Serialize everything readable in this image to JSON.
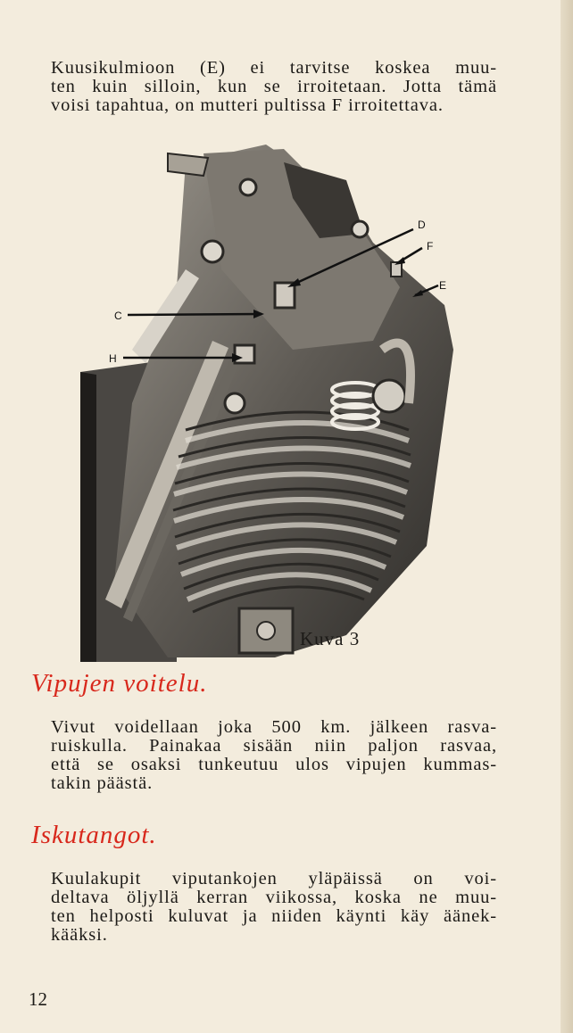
{
  "intro": {
    "lines": [
      "Kuusikulmioon (E) ei tarvitse koskea muu-",
      "ten kuin silloin, kun se irroitetaan. Jotta tämä",
      "voisi tapahtua, on mutteri pultissa F irroitettava."
    ]
  },
  "figure": {
    "caption": "Kuva 3",
    "labels": {
      "c": "C",
      "h": "H",
      "d": "D",
      "f": "F",
      "e": "E"
    }
  },
  "section1": {
    "heading": "Vipujen voitelu.",
    "lines": [
      "Vivut voidellaan joka 500 km. jälkeen rasva-",
      "ruiskulla. Painakaa sisään niin paljon rasvaa,",
      "että se osaksi tunkeutuu ulos vipujen kummas-",
      "takin päästä."
    ]
  },
  "section2": {
    "heading": "Iskutangot.",
    "lines": [
      "Kuulakupit viputankojen yläpäissä on voi-",
      "deltava öljyllä kerran viikossa, koska ne muu-",
      "ten helposti kuluvat ja niiden käynti käy äänek-",
      "kääksi."
    ]
  },
  "page_number": "12"
}
